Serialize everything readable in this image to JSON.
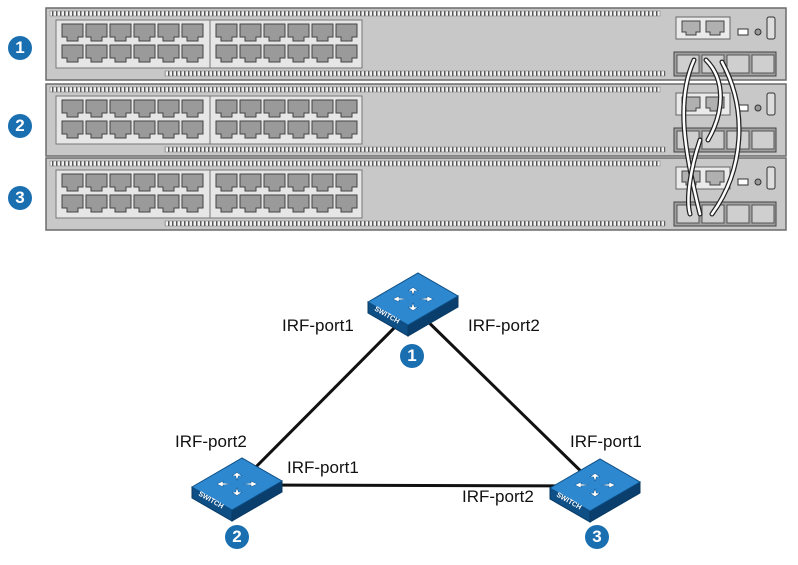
{
  "colors": {
    "badge": "#1a6fb0",
    "chassis": "#c8c8c8",
    "port": "#9a9a9a",
    "link": "#111111"
  },
  "stack": {
    "members": [
      {
        "number": "1"
      },
      {
        "number": "2"
      },
      {
        "number": "3"
      }
    ]
  },
  "topology": {
    "switch_icon_text": "SWITCH",
    "nodes": [
      {
        "number": "1"
      },
      {
        "number": "2"
      },
      {
        "number": "3"
      }
    ],
    "port_labels": {
      "sw1_left": "IRF-port1",
      "sw1_right": "IRF-port2",
      "sw2_upper": "IRF-port2",
      "sw2_right": "IRF-port1",
      "sw3_upper": "IRF-port1",
      "sw3_lower": "IRF-port2"
    }
  }
}
